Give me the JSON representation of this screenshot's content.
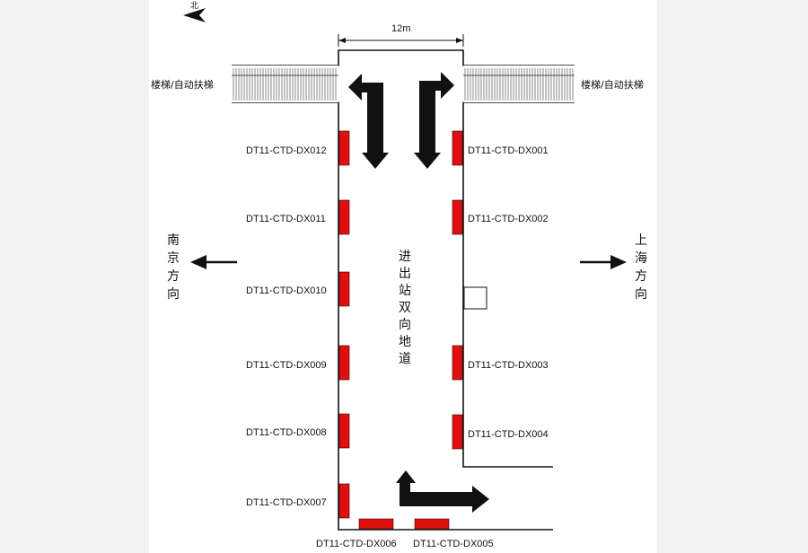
{
  "diagram": {
    "north_label": "北",
    "width_label": "12m",
    "stair_left": "楼梯/自动扶梯",
    "stair_right": "楼梯/自动扶梯",
    "west_dir": [
      "南",
      "京",
      "方",
      "向"
    ],
    "east_dir": [
      "上",
      "海",
      "方",
      "向"
    ],
    "passage_label": [
      "进",
      "出",
      "站",
      "双",
      "向",
      "地",
      "道"
    ],
    "left_units": [
      "DT11-CTD-DX012",
      "DT11-CTD-DX011",
      "DT11-CTD-DX010",
      "DT11-CTD-DX009",
      "DT11-CTD-DX008",
      "DT11-CTD-DX007"
    ],
    "right_units": [
      "DT11-CTD-DX001",
      "DT11-CTD-DX002",
      "DT11-CTD-DX003",
      "DT11-CTD-DX004"
    ],
    "bottom_units": [
      "DT11-CTD-DX006",
      "DT11-CTD-DX005"
    ]
  },
  "colors": {
    "unit_fill": "#e01010",
    "line": "#111111",
    "paper": "#ffffff",
    "background": "#f2f2f2"
  }
}
